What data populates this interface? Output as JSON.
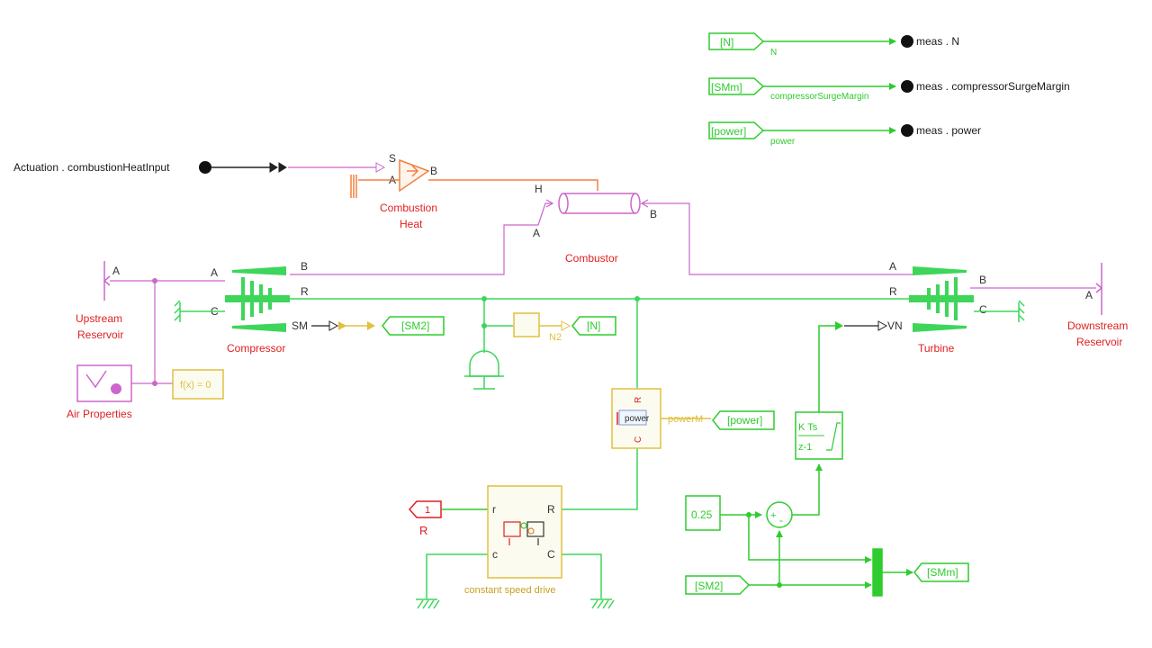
{
  "colors": {
    "signal_green": "#2ecc2e",
    "mech_green": "#3dd65a",
    "gas_purple": "#cc66cc",
    "thermal_orange": "#f08040",
    "yellow_signal": "#e0c040",
    "label_red": "#e02020",
    "text_dark": "#1a1a1a",
    "block_fill": "#fbfbf0"
  },
  "outports": [
    {
      "from_tag": "[N]",
      "signal": "N",
      "label": "meas . N"
    },
    {
      "from_tag": "[SMm]",
      "signal": "compressorSurgeMargin",
      "label": "meas . compressorSurgeMargin"
    },
    {
      "from_tag": "[power]",
      "signal": "power",
      "label": "meas . power"
    }
  ],
  "inport": {
    "label": "Actuation . combustionHeatInput"
  },
  "combustion_heat": {
    "label_line1": "Combustion",
    "label_line2": "Heat",
    "port_s": "S",
    "port_a": "A",
    "port_b": "B"
  },
  "combustor": {
    "label": "Combustor",
    "port_h": "H",
    "port_a": "A",
    "port_b": "B"
  },
  "compressor": {
    "label": "Compressor",
    "port_a": "A",
    "port_b": "B",
    "port_r": "R",
    "port_c": "C",
    "port_sm": "SM"
  },
  "turbine": {
    "label": "Turbine",
    "port_a": "A",
    "port_b": "B",
    "port_r": "R",
    "port_c": "C",
    "port_vn": "VN"
  },
  "upstream_reservoir": {
    "label_line1": "Upstream",
    "label_line2": "Reservoir",
    "port": "A"
  },
  "downstream_reservoir": {
    "label_line1": "Downstream",
    "label_line2": "Reservoir",
    "port": "A"
  },
  "air_properties": {
    "label": "Air Properties"
  },
  "solver": {
    "label": "f(x) = 0"
  },
  "goto_tags": {
    "sm2": "[SM2]",
    "n": "[N]",
    "power": "[power]",
    "smm": "[SMm]"
  },
  "from_tags": {
    "sm2": "[SM2]"
  },
  "n2_label": "N2",
  "power_sensor": {
    "inner": "power",
    "signal": "powerM",
    "port_r": "R",
    "port_c": "C"
  },
  "speed_input": {
    "value": "1",
    "label": "R"
  },
  "constant_speed_drive": {
    "label": "constant speed drive",
    "port_r_in": "r",
    "port_c_in": "c",
    "port_r_out": "R",
    "port_c_out": "C"
  },
  "constant": {
    "value": "0.25"
  },
  "sum": {
    "plus": "+",
    "minus": "-"
  },
  "integrator": {
    "num": "K Ts",
    "den": "z-1"
  }
}
